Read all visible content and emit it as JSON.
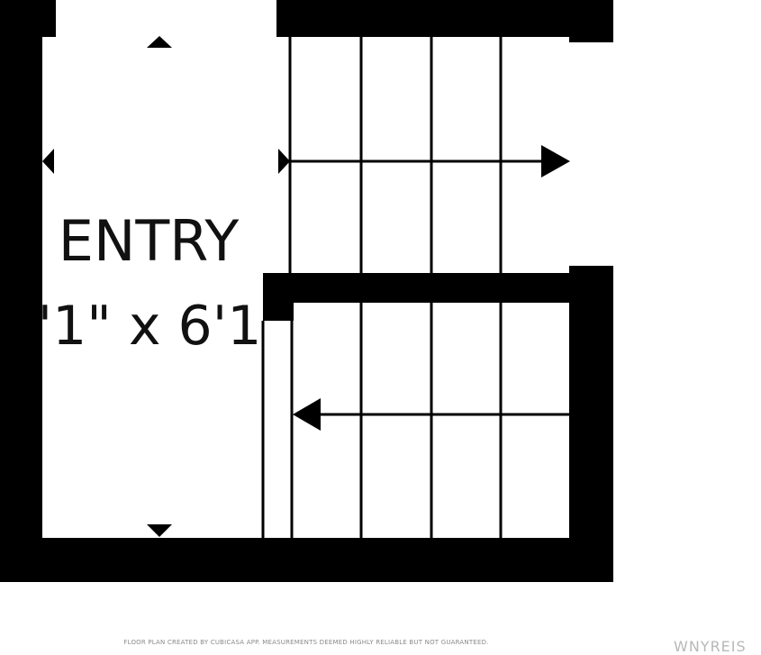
{
  "plan": {
    "room_name": "ENTRY",
    "room_dimensions": "'1\" x 6'1",
    "footer_note": "FLOOR PLAN CREATED BY CUBICASA APP. MEASUREMENTS DEEMED HIGHLY RELIABLE BUT NOT GUARANTEED.",
    "watermark": "WNYREIS",
    "colors": {
      "wall": "#000000",
      "floor": "#ffffff",
      "text": "#111111",
      "footer": "#8a8a8a",
      "watermark": "#b8b8b8"
    },
    "stairs": [
      {
        "name": "upper-flight",
        "treads": 4,
        "direction": "right"
      },
      {
        "name": "lower-flight",
        "treads": 4,
        "direction": "left"
      }
    ],
    "icons": [
      "dimension-arrow-icon",
      "stair-direction-arrow-icon"
    ]
  }
}
